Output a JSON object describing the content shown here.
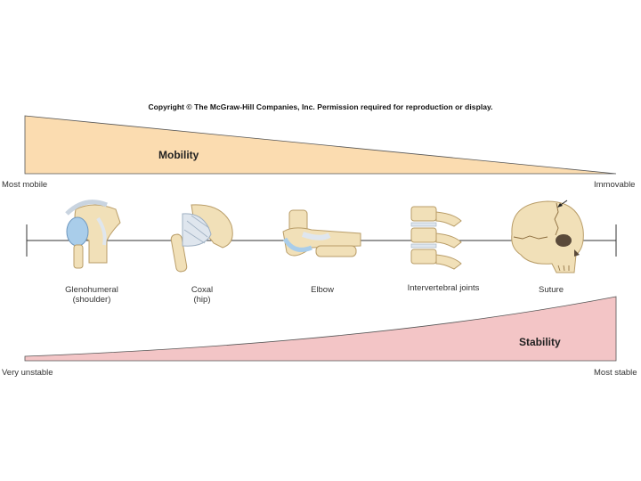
{
  "copyright": "Copyright © The McGraw-Hill Companies, Inc. Permission required for reproduction or display.",
  "mobility": {
    "label": "Mobility",
    "left_label": "Most mobile",
    "right_label": "Immovable",
    "color": "#fbdcb0"
  },
  "stability": {
    "label": "Stability",
    "left_label": "Very unstable",
    "right_label": "Most stable",
    "color": "#f3c5c6"
  },
  "joints": [
    {
      "name": "Glenohumeral",
      "sub": "(shoulder)",
      "icon": "shoulder-joint-icon"
    },
    {
      "name": "Coxal",
      "sub": "(hip)",
      "icon": "hip-joint-icon"
    },
    {
      "name": "Elbow",
      "sub": "",
      "icon": "elbow-joint-icon"
    },
    {
      "name": "Intervertebral joints",
      "sub": "",
      "icon": "intervertebral-joint-icon"
    },
    {
      "name": "Suture",
      "sub": "",
      "icon": "skull-suture-icon"
    }
  ],
  "colors": {
    "bone": "#f1e0b8",
    "bone_outline": "#b99d68",
    "cartilage": "#a9cdea",
    "ligament": "#dfe6ee"
  }
}
